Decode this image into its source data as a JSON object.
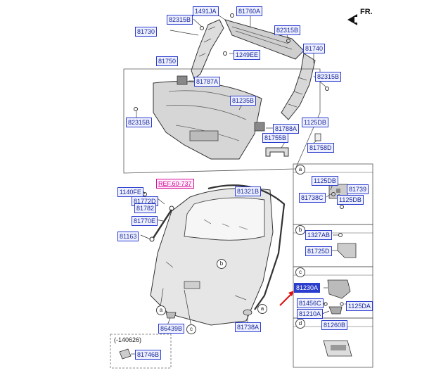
{
  "header": {
    "direction_label": "FR."
  },
  "labels": {
    "l1491JA": "1491JA",
    "l82315B_a": "82315B",
    "l81730": "81730",
    "l81760A": "81760A",
    "l82315B_b": "82315B",
    "l1249EE": "1249EE",
    "l81740": "81740",
    "l82315B_c": "82315B",
    "l81750": "81750",
    "l81787A": "81787A",
    "l81235B": "81235B",
    "l82315B_d": "82315B",
    "l1125DB_top": "1125DB",
    "l81788A": "81788A",
    "l81755B": "81755B",
    "l81758D": "81758D",
    "l1140FE": "1140FE",
    "l81772D": "81772D",
    "l81782": "81782",
    "l81770E": "81770E",
    "l81163": "81163",
    "l81321B": "81321B",
    "l86439B": "86439B",
    "l81738A": "81738A",
    "l81746B": "81746B",
    "a_1125DB": "1125DB",
    "a_81739": "81739",
    "a_81738C": "81738C",
    "a_1125DB_2": "1125DB",
    "b_1327AB": "1327AB",
    "b_81725D": "81725D",
    "c_81230A": "81230A",
    "c_81456C": "81456C",
    "c_1125DA": "1125DA",
    "c_81210A": "81210A",
    "d_81260B": "81260B"
  },
  "reference": {
    "text": "REF.60-737"
  },
  "callouts": {
    "a_main": "a",
    "b_main": "b",
    "a_right": "a",
    "c_main": "c",
    "box_a": "a",
    "box_b": "b",
    "box_c": "c",
    "box_d": "d"
  },
  "notes": {
    "serial_range": "(-140626)"
  },
  "colors": {
    "label_border": "#2b3dcc",
    "ref_color": "#d4109a",
    "pointer_arrow": "#dd1111"
  }
}
